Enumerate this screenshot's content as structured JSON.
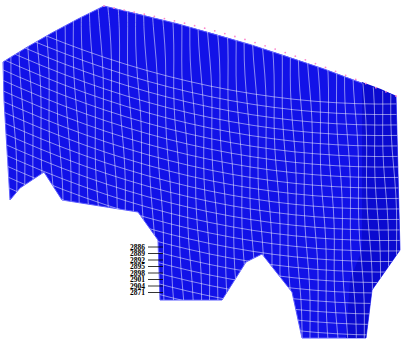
{
  "diagram": {
    "labels": [
      "2886",
      "2889",
      "2892",
      "2895",
      "2898",
      "2901",
      "2904",
      "2871"
    ]
  }
}
